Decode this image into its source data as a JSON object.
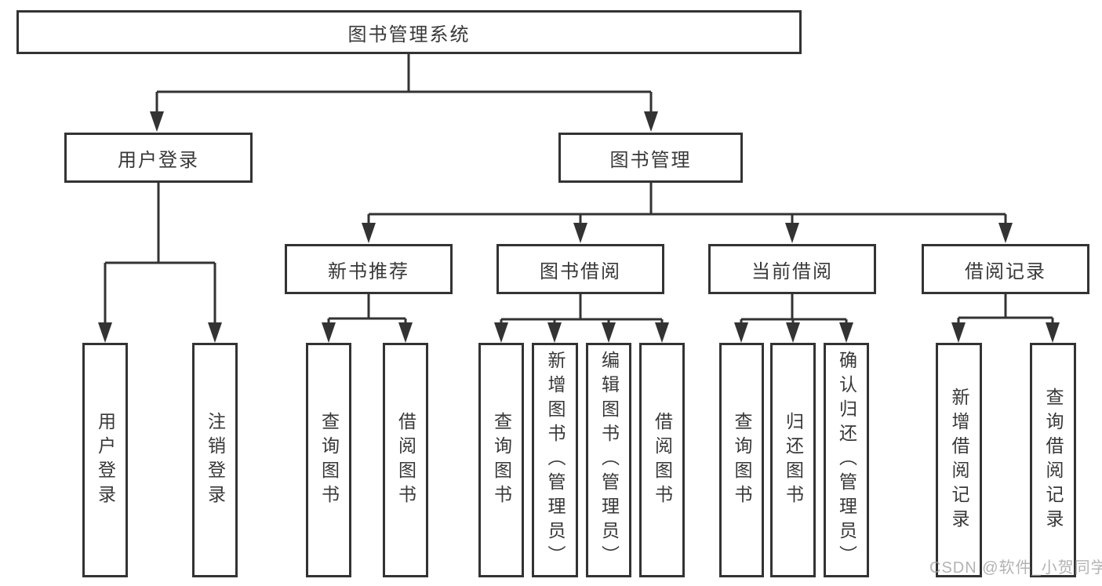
{
  "tree": {
    "root": "图书管理系统",
    "level2": [
      "用户登录",
      "图书管理"
    ],
    "level3": [
      "新书推荐",
      "图书借阅",
      "当前借阅",
      "借阅记录"
    ],
    "leaves_user_login": [
      "用户登录",
      "注销登录"
    ],
    "leaves_new_book": [
      "查询图书",
      "借阅图书"
    ],
    "leaves_book_borrow": [
      "查询图书",
      "新增图书（管理员）",
      "编辑图书（管理员）",
      "借阅图书"
    ],
    "leaves_current_borrow": [
      "查询图书",
      "归还图书",
      "确认归还（管理员）"
    ],
    "leaves_borrow_record": [
      "新增借阅记录",
      "查询借阅记录"
    ]
  },
  "watermark": "CSDN @软件_小贺同学",
  "colors": {
    "line": "#333333",
    "text": "#383838",
    "watermark": "#aaaaaa",
    "background": "#ffffff"
  }
}
